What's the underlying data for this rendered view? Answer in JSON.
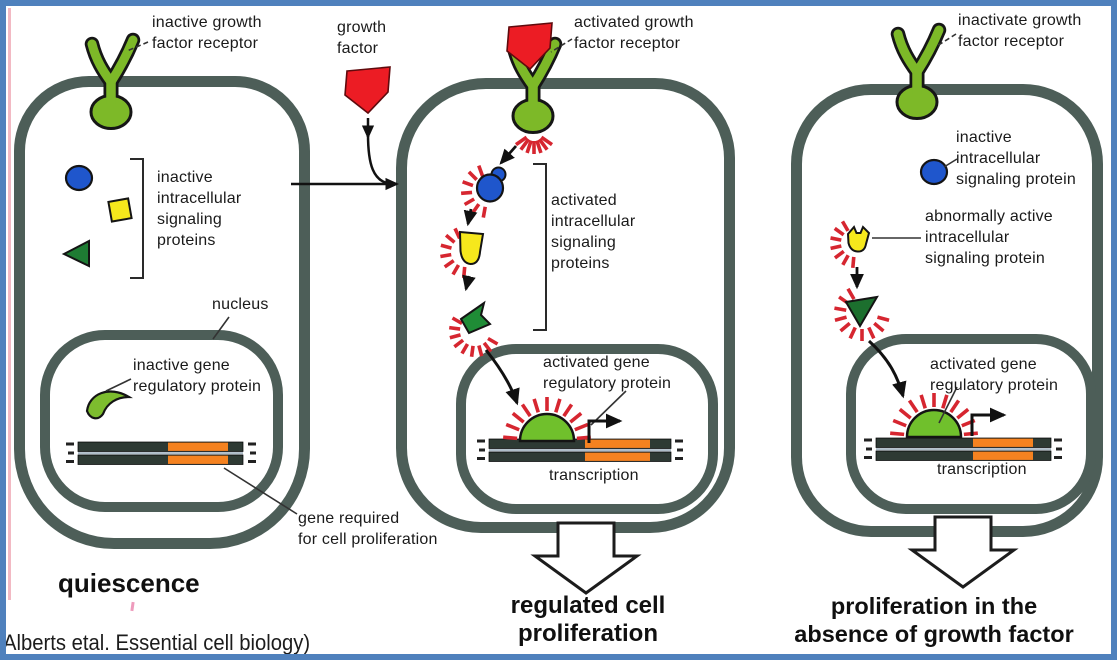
{
  "figure": {
    "type": "cell-signaling-pathway-diagram",
    "source_caption": "Alberts etal. Essential cell biology)",
    "panels": [
      {
        "id": "quiescence",
        "caption": "quiescence",
        "labels": {
          "receptor": "inactive growth\nfactor receptor",
          "signaling_proteins": "inactive\nintracellular\nsignaling\nproteins",
          "nucleus": "nucleus",
          "gene_regulatory_protein": "inactive gene\nregulatory protein",
          "gene": "gene required\nfor cell proliferation"
        }
      },
      {
        "id": "regulated-proliferation",
        "caption": "regulated cell\nproliferation",
        "labels": {
          "growth_factor": "growth\nfactor",
          "receptor": "activated growth\nfactor receptor",
          "signaling_proteins": "activated\nintracellular\nsignaling\nproteins",
          "gene_regulatory_protein": "activated gene\nregulatory protein",
          "transcription": "transcription"
        }
      },
      {
        "id": "unregulated-proliferation",
        "caption": "proliferation in the\nabsence of growth factor",
        "labels": {
          "receptor": "inactivate growth\nfactor receptor",
          "inactive_signaling_protein": "inactive\nintracellular\nsignaling protein",
          "abnormal_signaling_protein": "abnormally active\nintracellular\nsignaling protein",
          "gene_regulatory_protein": "activated gene\nregulatory protein",
          "transcription": "transcription"
        }
      }
    ],
    "colors": {
      "frame_border": "#4f81bd",
      "membrane": "#4d5e58",
      "receptor_green": "#7db928",
      "gene_regulatory_green": "#72c02c",
      "signal_blue": "#1f56cc",
      "signal_yellow": "#f6e81c",
      "signal_green_dark": "#1e7c33",
      "growth_factor_red": "#ec1c24",
      "gene_orange": "#f58220",
      "activation_burst_red": "#d62630",
      "dna_dark": "#2e3a34"
    }
  }
}
